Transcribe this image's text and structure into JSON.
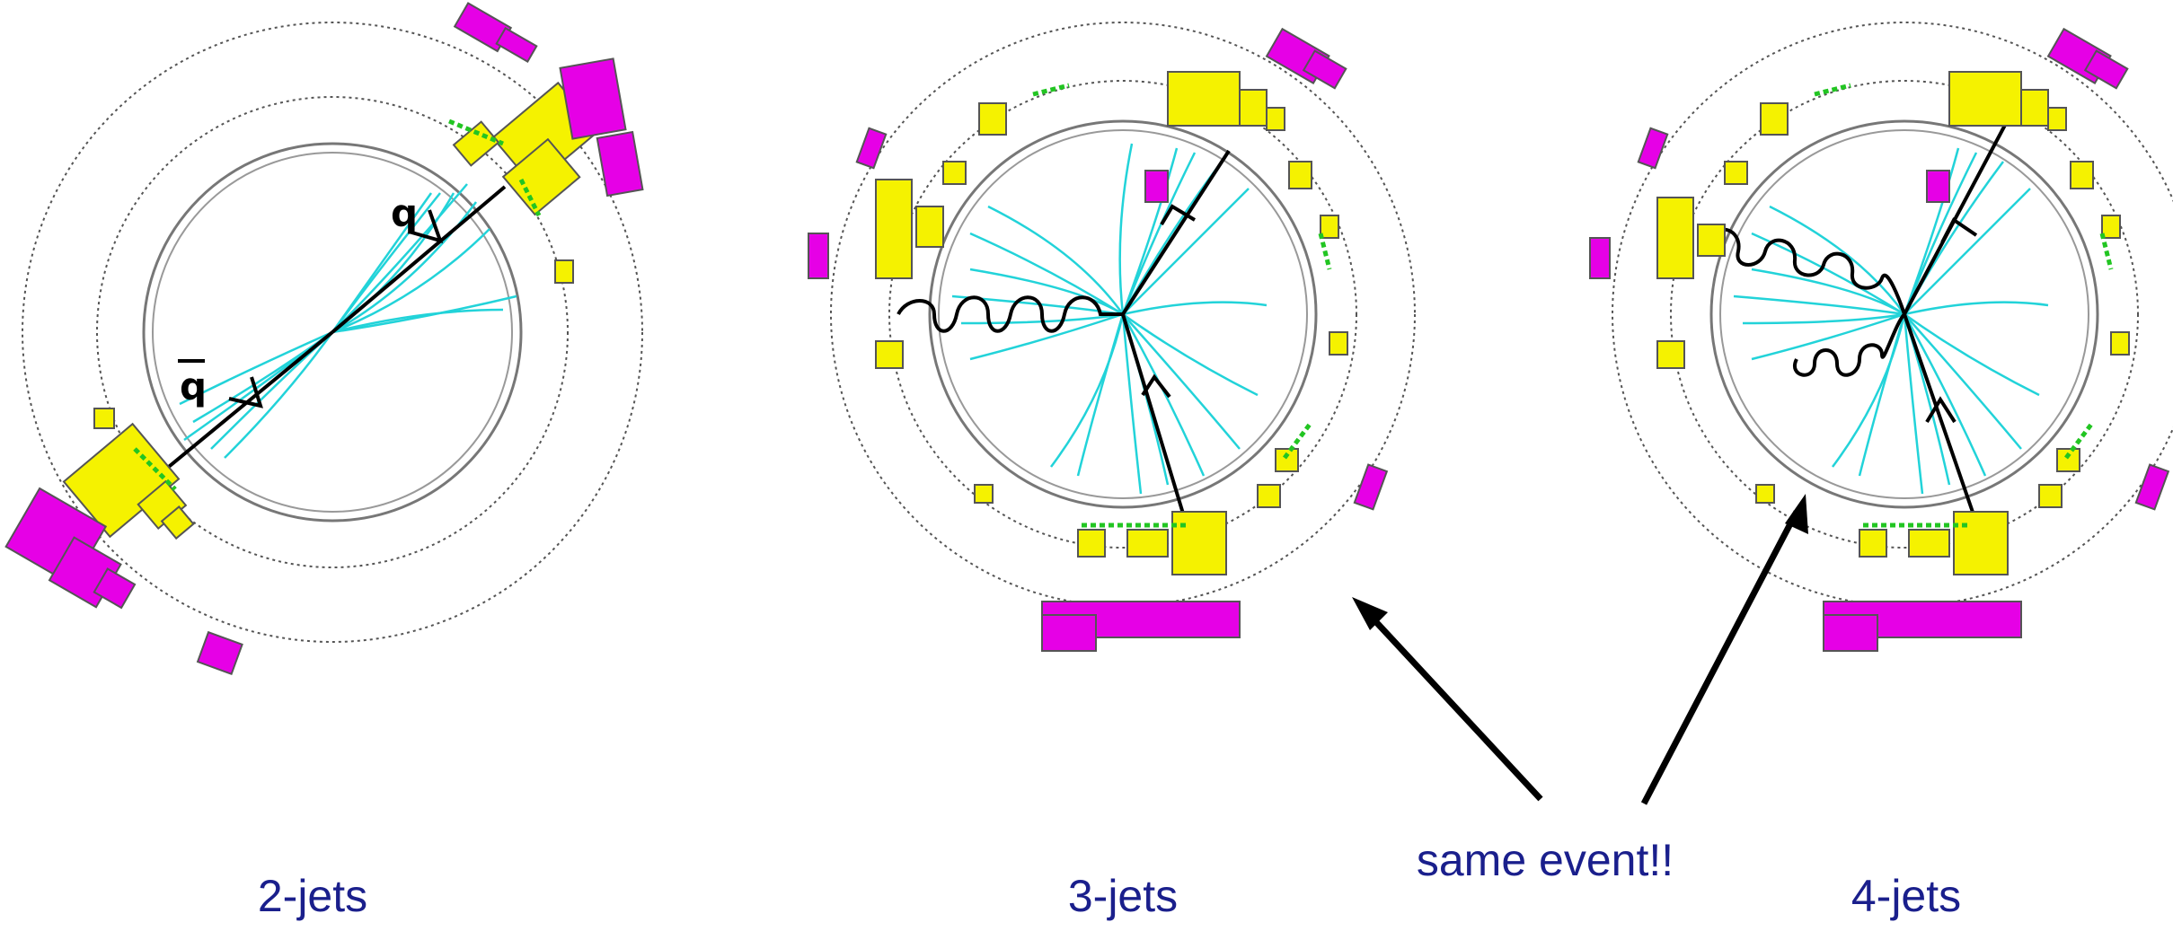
{
  "panels": [
    {
      "id": "two-jets",
      "caption": "2-jets"
    },
    {
      "id": "three-jets",
      "caption": "3-jets"
    },
    {
      "id": "four-jets",
      "caption": "4-jets"
    }
  ],
  "labels": {
    "quark": "q",
    "antiquark": "q",
    "annotation": "same event!!"
  },
  "colors": {
    "tracks": "#22d3d9",
    "calorimeter_em": "#f5f200",
    "calorimeter_had": "#e600e6",
    "muon_hits": "#22c522",
    "detector_rings": "#555555",
    "text": "#1a1f8c"
  }
}
